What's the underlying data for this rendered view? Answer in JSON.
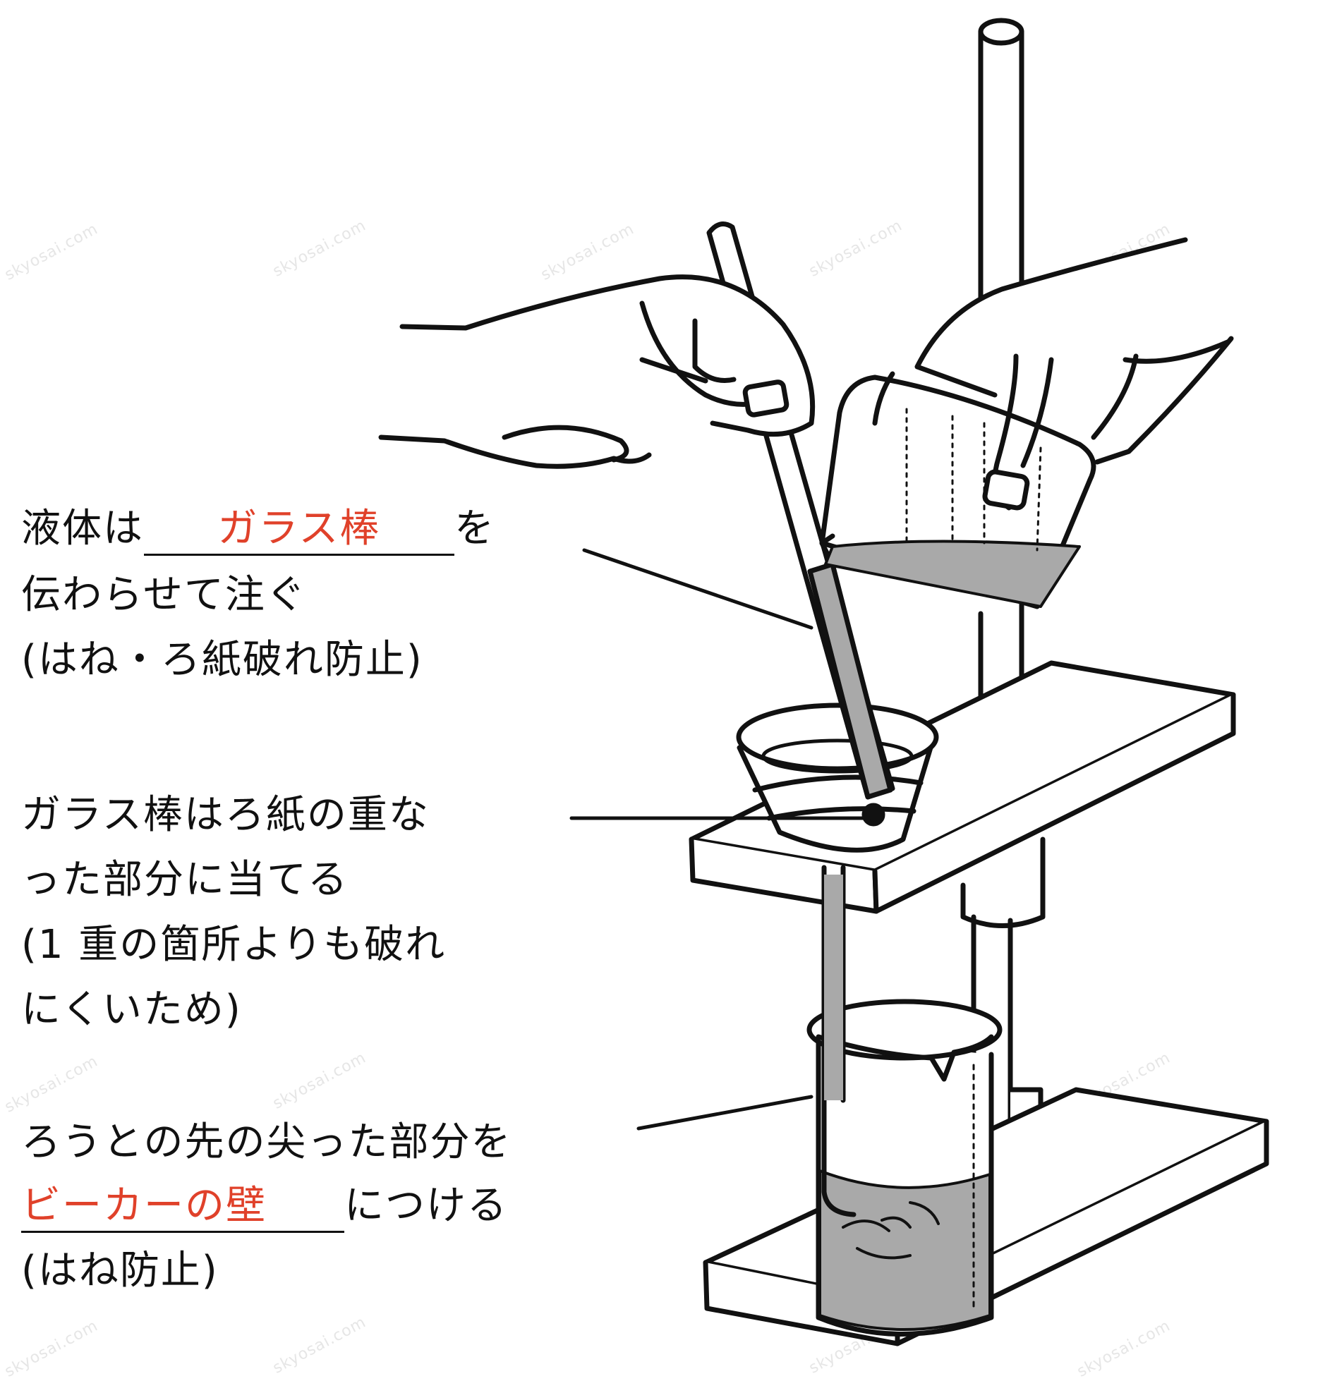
{
  "watermark": "skyosai.com",
  "notes": {
    "pour": {
      "before": "液体は",
      "answer": "ガラス棒",
      "after": "を",
      "line2": "伝わらせて注ぐ",
      "line3": "(はね・ろ紙破れ防止)"
    },
    "touch": {
      "line1": "ガラス棒はろ紙の重な",
      "line2": "った部分に当てる",
      "line3": "(1 重の箇所よりも破れ",
      "line4": "にくいため)"
    },
    "funnel_tip": {
      "line1": "ろうとの先の尖った部分を",
      "answer": "ビーカーの壁",
      "after": "につける",
      "line3": "(はね防止)"
    }
  },
  "colors": {
    "answer": "#e0412a",
    "ink": "#111111",
    "liquid": "#a9a9a9"
  }
}
